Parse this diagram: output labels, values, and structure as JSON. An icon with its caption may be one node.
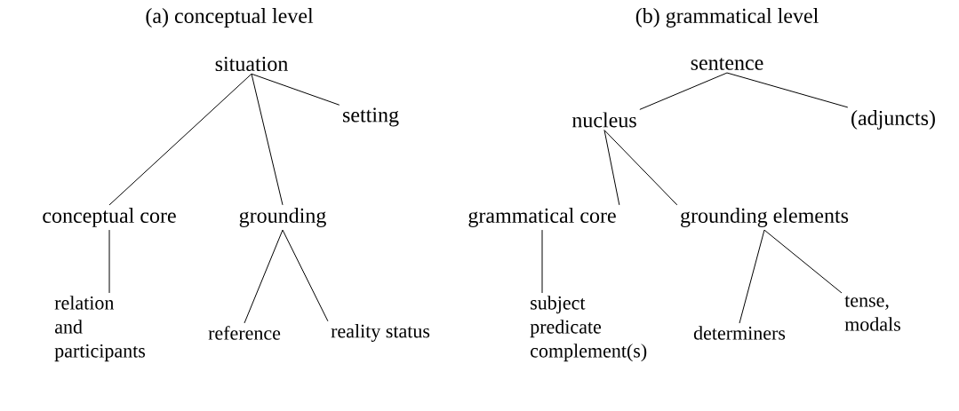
{
  "diagram": {
    "nodes": [
      {
        "text": [
          "situation"
        ]
      },
      {
        "text": [
          "setting"
        ]
      },
      {
        "text": [
          "conceptual core"
        ]
      },
      {
        "text": [
          "grounding"
        ]
      },
      {
        "text": [
          "relation and participants"
        ]
      },
      {
        "text": [
          "reference"
        ]
      },
      {
        "text": [
          "reality status"
        ]
      },
      {
        "text": [
          "sentence"
        ]
      },
      {
        "text": [
          "nucleus"
        ]
      },
      {
        "text": [
          "(adjuncts)"
        ]
      },
      {
        "text": [
          "grammatical core"
        ]
      },
      {
        "text": [
          "grounding elements"
        ]
      },
      {
        "text": [
          "subject predicate complement(s)"
        ]
      },
      {
        "text": [
          "determiners"
        ]
      },
      {
        "text": [
          "tense, modals"
        ]
      }
    ],
    "edges": [
      {
        "from": 0,
        "to": 2,
        "arrow": "none"
      },
      {
        "from": 0,
        "to": 3,
        "arrow": "none"
      },
      {
        "from": 0,
        "to": 1,
        "arrow": "none"
      },
      {
        "from": 2,
        "to": 4,
        "arrow": "none"
      },
      {
        "from": 3,
        "to": 5,
        "arrow": "none"
      },
      {
        "from": 3,
        "to": 6,
        "arrow": "none"
      },
      {
        "from": 7,
        "to": 8,
        "arrow": "none"
      },
      {
        "from": 7,
        "to": 9,
        "arrow": "none"
      },
      {
        "from": 8,
        "to": 10,
        "arrow": "none"
      },
      {
        "from": 8,
        "to": 11,
        "arrow": "none"
      },
      {
        "from": 10,
        "to": 12,
        "arrow": "none"
      },
      {
        "from": 11,
        "to": 13,
        "arrow": "none"
      },
      {
        "from": 11,
        "to": 14,
        "arrow": "none"
      }
    ],
    "labels": [
      "(a) conceptual level",
      "(b) grammatical level"
    ]
  }
}
